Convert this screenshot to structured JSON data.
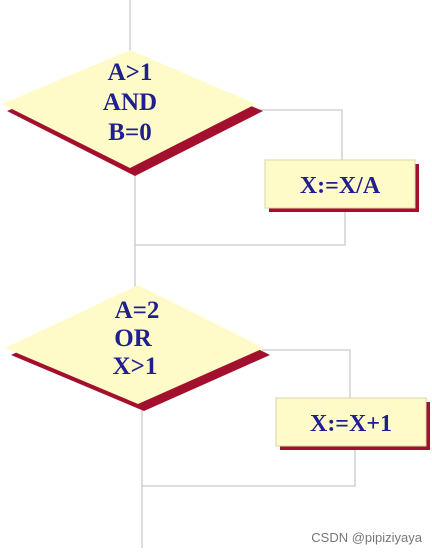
{
  "flowchart": {
    "decision1": {
      "lines": [
        "A>1",
        "AND",
        "B=0"
      ]
    },
    "process1": {
      "label": "X:=X/A"
    },
    "decision2": {
      "lines": [
        "A=2",
        "OR",
        "X>1"
      ]
    },
    "process2": {
      "label": "X:=X+1"
    }
  },
  "watermark": "CSDN @pipiziyaya",
  "colors": {
    "shape_fill": "#fffbc8",
    "shape_shadow": "#a3102e",
    "text": "#1f1f8f",
    "connector": "#c9c9c9"
  }
}
